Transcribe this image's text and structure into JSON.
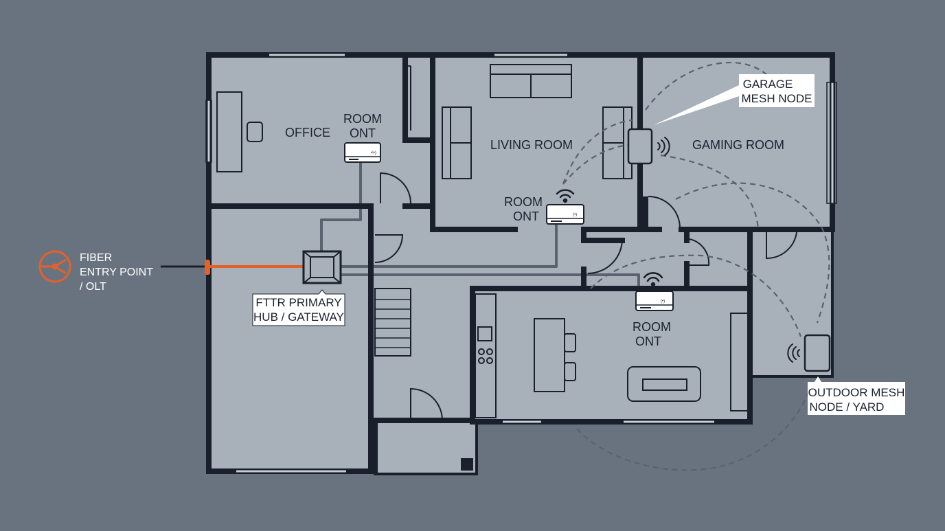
{
  "colors": {
    "background": "#69737f",
    "floor": "#a8b0ba",
    "wall": "#19202b",
    "fiber": "#e2622a",
    "cable": "#59636f",
    "text": "#1b2230",
    "callout_bg": "#ffffff"
  },
  "rooms": {
    "office": "OFFICE",
    "living_room": "LIVING ROOM",
    "gaming_room": "GAMING ROOM"
  },
  "fiber_entry": {
    "icon": "fiber-splitter-icon",
    "line1": "FIBER",
    "line2": "ENTRY POINT",
    "line3": "/ OLT"
  },
  "devices": {
    "office_ont": {
      "line1": "ROOM",
      "line2": "ONT",
      "icon": "wifi-router-icon"
    },
    "living_ont": {
      "line1": "ROOM",
      "line2": "ONT",
      "icon": "wifi-router-icon"
    },
    "kitchen_ont": {
      "line1": "ROOM",
      "line2": "ONT",
      "icon": "wifi-router-icon"
    }
  },
  "callouts": {
    "primary_hub": {
      "line1": "FTTR PRIMARY",
      "line2": "HUB / GATEWAY"
    },
    "garage_mesh": {
      "line1": "GARAGE",
      "line2": "MESH NODE"
    },
    "outdoor_mesh": {
      "line1": "OUTDOOR MESH",
      "line2": "NODE / YARD"
    }
  }
}
